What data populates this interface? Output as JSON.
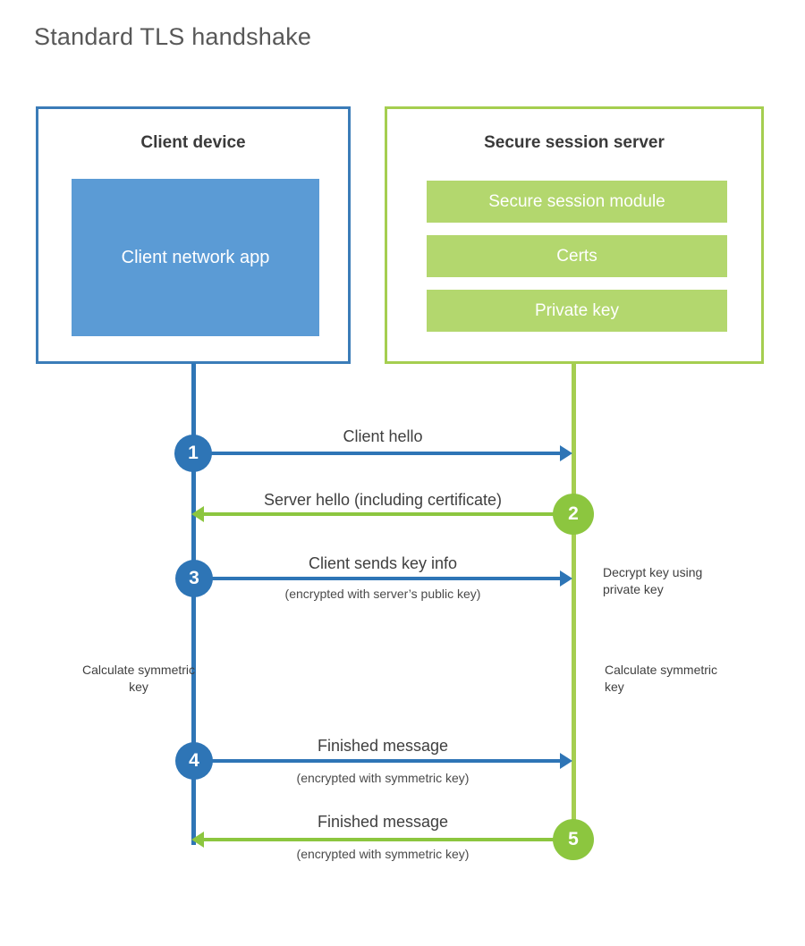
{
  "title": "Standard TLS handshake",
  "colors": {
    "client_accent": "#2E75B6",
    "client_border": "#3B7CB8",
    "client_app_fill": "#5B9BD5",
    "server_accent": "#8CC63F",
    "server_border": "#A5CE50",
    "server_bar_fill": "#B3D76E",
    "text": "#3f3f3f",
    "background": "#ffffff"
  },
  "client": {
    "title": "Client device",
    "app_label": "Client network app"
  },
  "server": {
    "title": "Secure session server",
    "components": [
      "Secure session module",
      "Certs",
      "Private key"
    ]
  },
  "steps": [
    {
      "number": "1",
      "direction": "client-to-server",
      "label": "Client hello",
      "sublabel": ""
    },
    {
      "number": "2",
      "direction": "server-to-client",
      "label": "Server hello (including certificate)",
      "sublabel": ""
    },
    {
      "number": "3",
      "direction": "client-to-server",
      "label": "Client sends key info",
      "sublabel": "(encrypted with server’s public key)"
    },
    {
      "number": "4",
      "direction": "client-to-server",
      "label": "Finished message",
      "sublabel": "(encrypted with symmetric key)"
    },
    {
      "number": "5",
      "direction": "server-to-client",
      "label": "Finished message",
      "sublabel": "(encrypted with symmetric key)"
    }
  ],
  "annotations": {
    "server_decrypt": "Decrypt key using private key",
    "client_calculate": "Calculate symmetric key",
    "server_calculate": "Calculate symmetric key"
  }
}
